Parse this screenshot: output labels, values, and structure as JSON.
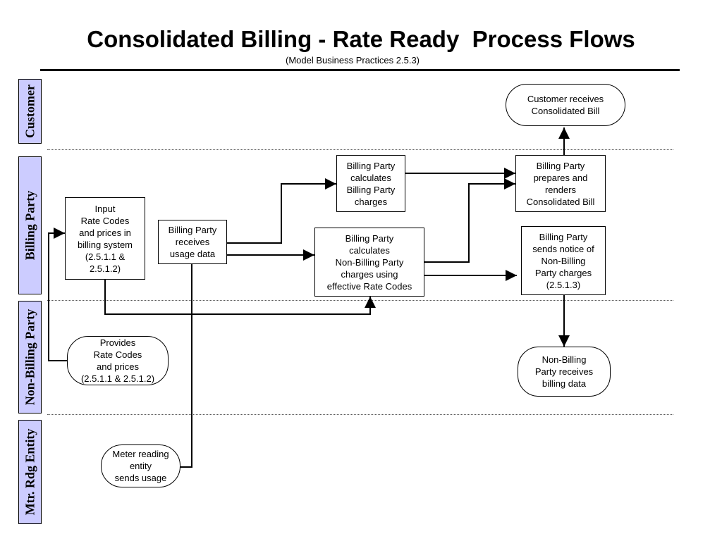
{
  "title": "Consolidated Billing - Rate Ready  Process Flows",
  "subtitle": "(Model Business Practices 2.5.3)",
  "lanes": {
    "customer": "Customer",
    "billing_party": "Billing Party",
    "non_billing_party": "Non-Billing Party",
    "mtr_rdg_entity": "Mtr. Rdg Entity"
  },
  "nodes": {
    "customer_receives": "Customer receives\nConsolidated Bill",
    "bp_calc_bp": "Billing Party\ncalculates\nBilling Party\ncharges",
    "bp_prepares": "Billing Party\nprepares and\nrenders\nConsolidated Bill",
    "input_rate_codes": "Input\nRate Codes\nand prices in\nbilling system\n(2.5.1.1 &\n2.5.1.2)",
    "bp_receives_usage": "Billing Party\nreceives\nusage data",
    "bp_calc_nbp": "Billing Party\ncalculates\nNon-Billing Party\ncharges using\neffective Rate Codes",
    "bp_sends_notice": "Billing Party\nsends notice of\nNon-Billing\nParty charges\n(2.5.1.3)",
    "provides_rate_codes": "Provides\nRate Codes\nand prices\n(2.5.1.1 & 2.5.1.2)",
    "nbp_receives": "Non-Billing\nParty receives\nbilling data",
    "meter_reading": "Meter reading\nentity\nsends usage"
  }
}
